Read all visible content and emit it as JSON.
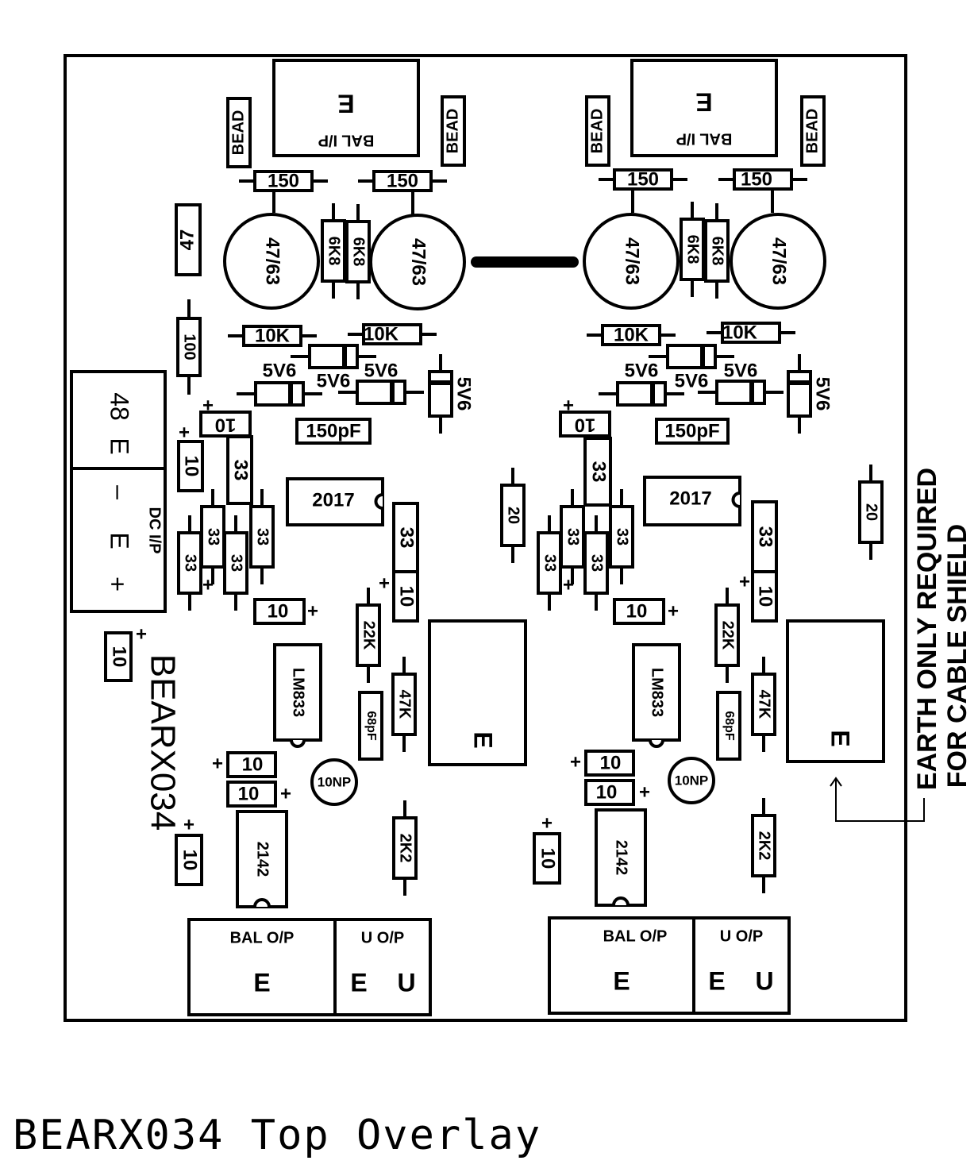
{
  "board": {
    "name": "BEARX034",
    "caption": "BEARX034 Top Overlay",
    "note_line1": "EARTH ONLY REQUIRED",
    "note_line2": "FOR CABLE SHIELD"
  },
  "connectors": {
    "bal_in": "BAL I/P",
    "bal_in_pin": "E",
    "dc_in": "DC I/P",
    "dc_pin_48": "48",
    "dc_pin_e": "E",
    "dc_pin_minus": "–",
    "dc_pin_plus": "+",
    "bal_out": "BAL O/P",
    "u_out": "U O/P",
    "pin_e": "E",
    "pin_u": "U"
  },
  "components": {
    "bead": "BEAD",
    "r150": "150",
    "cap_47_63": "47/63",
    "r6k8": "6K8",
    "c47": "47",
    "r100": "100",
    "r10k": "10K",
    "z5v6": "5V6",
    "c150pf": "150pF",
    "c10": "10",
    "r33": "33",
    "ic2017": "2017",
    "r20": "20",
    "r22k": "22K",
    "r47k": "47K",
    "c68pf": "68pF",
    "ic_lm833": "LM833",
    "c10np": "10NP",
    "r2k2": "2K2",
    "ic2142": "2142",
    "plus": "+",
    "pad_e": "E"
  }
}
